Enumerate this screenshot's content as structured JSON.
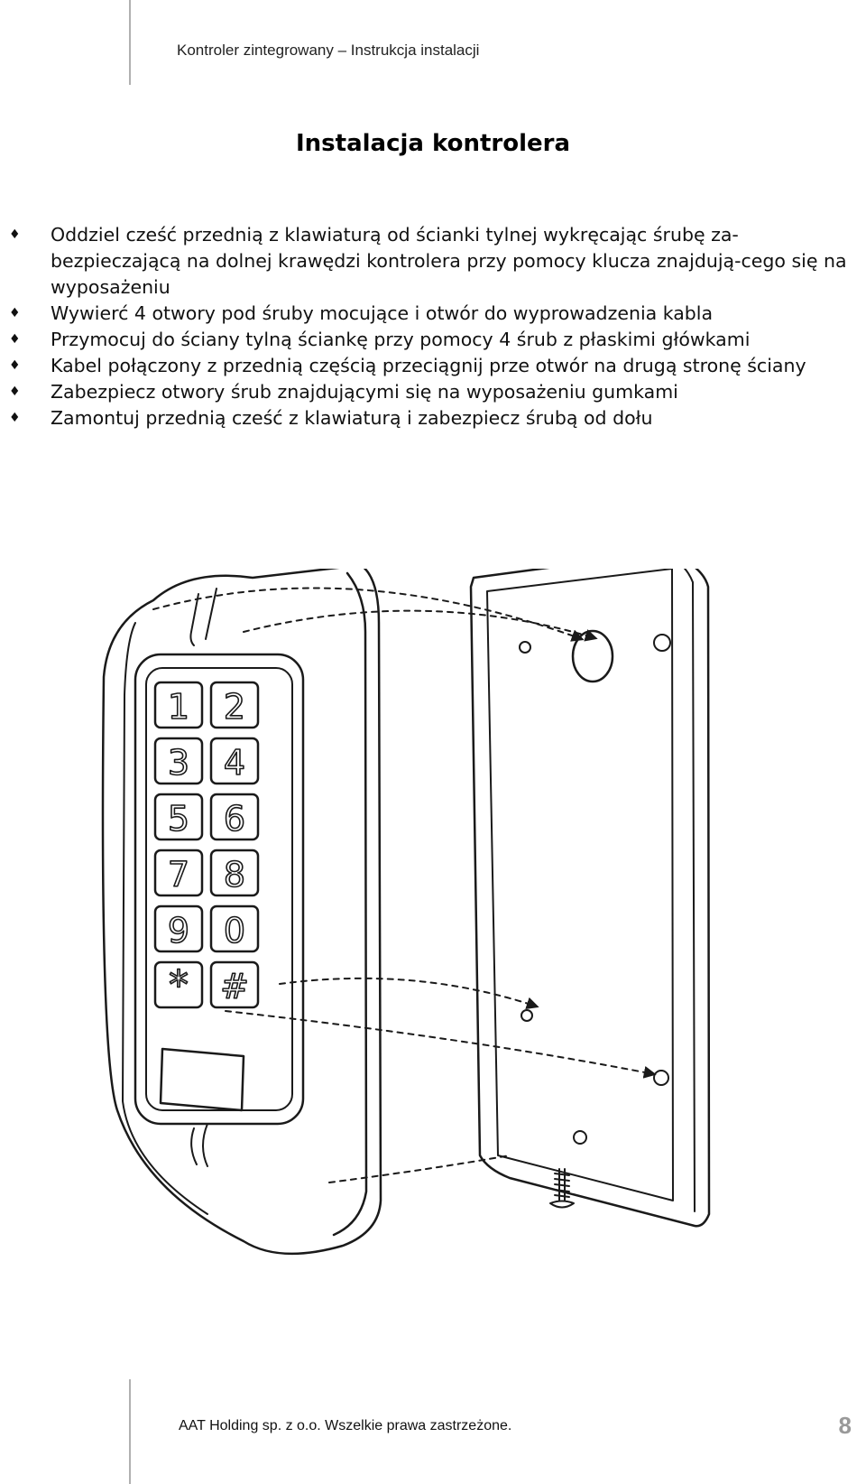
{
  "header": {
    "title": "Kontroler zintegrowany – Instrukcja instalacji"
  },
  "section_title": "Instalacja kontrolera",
  "steps": [
    {
      "text": "Oddziel cześć przednią z klawiaturą od ścianki tylnej wykręcając śrubę za-bezpieczającą na dolnej krawędzi kontrolera przy pomocy klucza znajdują-cego się na wyposażeniu"
    },
    {
      "text": "Wywierć 4 otwory pod śruby mocujące i otwór do wyprowadzenia kabla"
    },
    {
      "text": "Przymocuj do ściany tylną ściankę przy pomocy 4 śrub z płaskimi główkami"
    },
    {
      "text": "Kabel połączony z przednią częścią przeciągnij prze otwór na drugą stronę ściany"
    },
    {
      "text": "Zabezpiecz otwory śrub znajdującymi się na wyposażeniu gumkami"
    },
    {
      "text": "Zamontuj przednią cześć z klawiaturą i zabezpiecz śrubą od dołu"
    }
  ],
  "keypad": {
    "keys": [
      "1",
      "2",
      "3",
      "4",
      "5",
      "6",
      "7",
      "8",
      "9",
      "0",
      "*",
      "#"
    ]
  },
  "footer": {
    "copyright": "AAT Holding sp. z o.o.  Wszelkie prawa zastrzeżone.",
    "page_number": "8"
  }
}
